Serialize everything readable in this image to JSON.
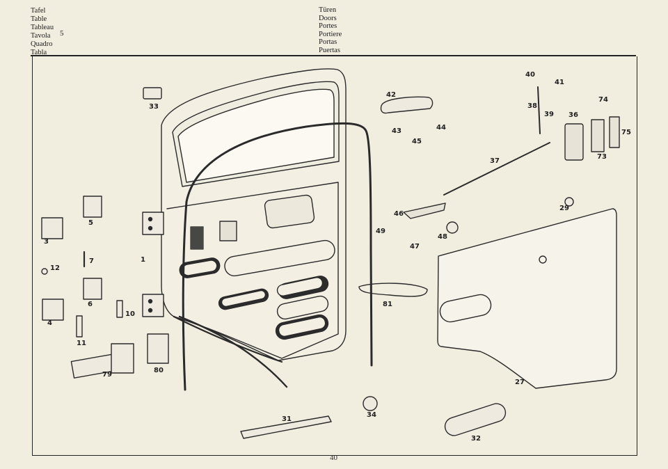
{
  "header": {
    "table_labels": [
      "Tafel",
      "Table",
      "Tableau",
      "Tavola",
      "Quadro",
      "Tabla"
    ],
    "table_number": "5",
    "section_labels": [
      "Türen",
      "Doors",
      "Portes",
      "Portiere",
      "Portas",
      "Puertas"
    ]
  },
  "page_number": "40",
  "part_numbers": {
    "p3": "3",
    "p4": "4",
    "p5": "5",
    "p6": "6",
    "p7": "7",
    "p1": "1",
    "p10": "10",
    "p11": "11",
    "p12": "12",
    "p27": "27",
    "p29": "29",
    "p31": "31",
    "p32": "32",
    "p33": "33",
    "p34": "34",
    "p36": "36",
    "p37": "37",
    "p38": "38",
    "p39": "39",
    "p40": "40",
    "p41": "41",
    "p42": "42",
    "p43": "43",
    "p44": "44",
    "p45": "45",
    "p46": "46",
    "p47": "47",
    "p48": "48",
    "p49": "49",
    "p73": "73",
    "p74": "74",
    "p75": "75",
    "p79": "79",
    "p80": "80",
    "p81": "81"
  }
}
